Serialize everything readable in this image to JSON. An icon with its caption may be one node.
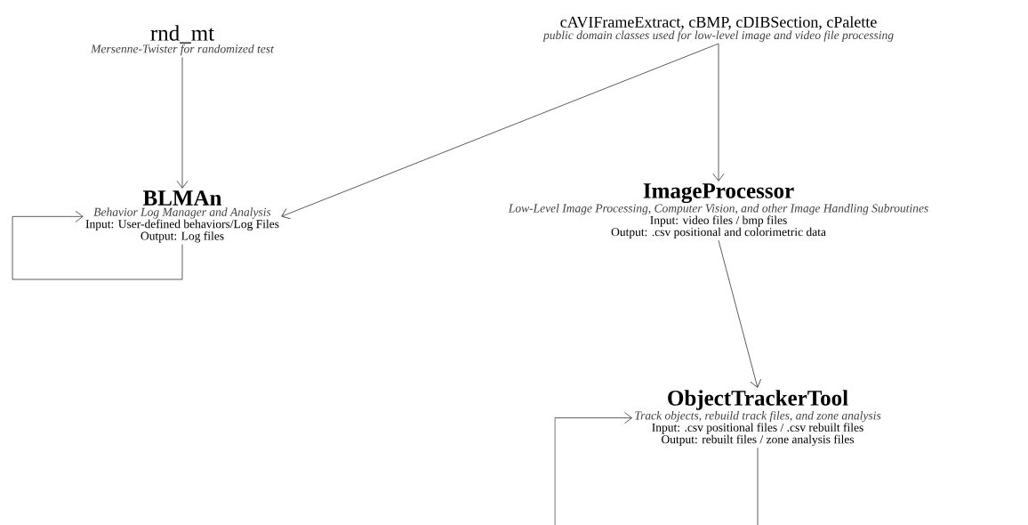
{
  "diagram": {
    "nodes": [
      {
        "text": [
          "rnd_mt",
          "Mersenne-Twister for randomized test"
        ]
      },
      {
        "text": [
          "cAVIFrameExtract, cBMP, cDIBSection, cPalette",
          "public domain classes used for low-level image and video file processing"
        ]
      },
      {
        "text": [
          "BLMAn",
          "Behavior Log Manager and Analysis",
          "Input: User-defined behaviors/Log Files",
          "Output: Log files"
        ]
      },
      {
        "text": [
          "ImageProcessor",
          "Low-Level Image Processing, Computer Vision, and other Image Handling Subroutines",
          "Input: video files / bmp files",
          "Output: .csv positional and colorimetric data"
        ]
      },
      {
        "text": [
          "ObjectTrackerTool",
          "Track objects, rebuild track files, and zone analysis",
          "Input: .csv positional files / .csv rebuilt files",
          "Output: rebuilt files / zone analysis files"
        ]
      }
    ],
    "edges": [
      {
        "from": 0,
        "to": 2,
        "arrow": "to"
      },
      {
        "from": 1,
        "to": 2,
        "arrow": "to"
      },
      {
        "from": 1,
        "to": 3,
        "arrow": "to"
      },
      {
        "from": 3,
        "to": 4,
        "arrow": "to"
      },
      {
        "from": 2,
        "to": 2,
        "arrow": "to"
      },
      {
        "from": 4,
        "to": 4,
        "arrow": "to"
      }
    ]
  }
}
